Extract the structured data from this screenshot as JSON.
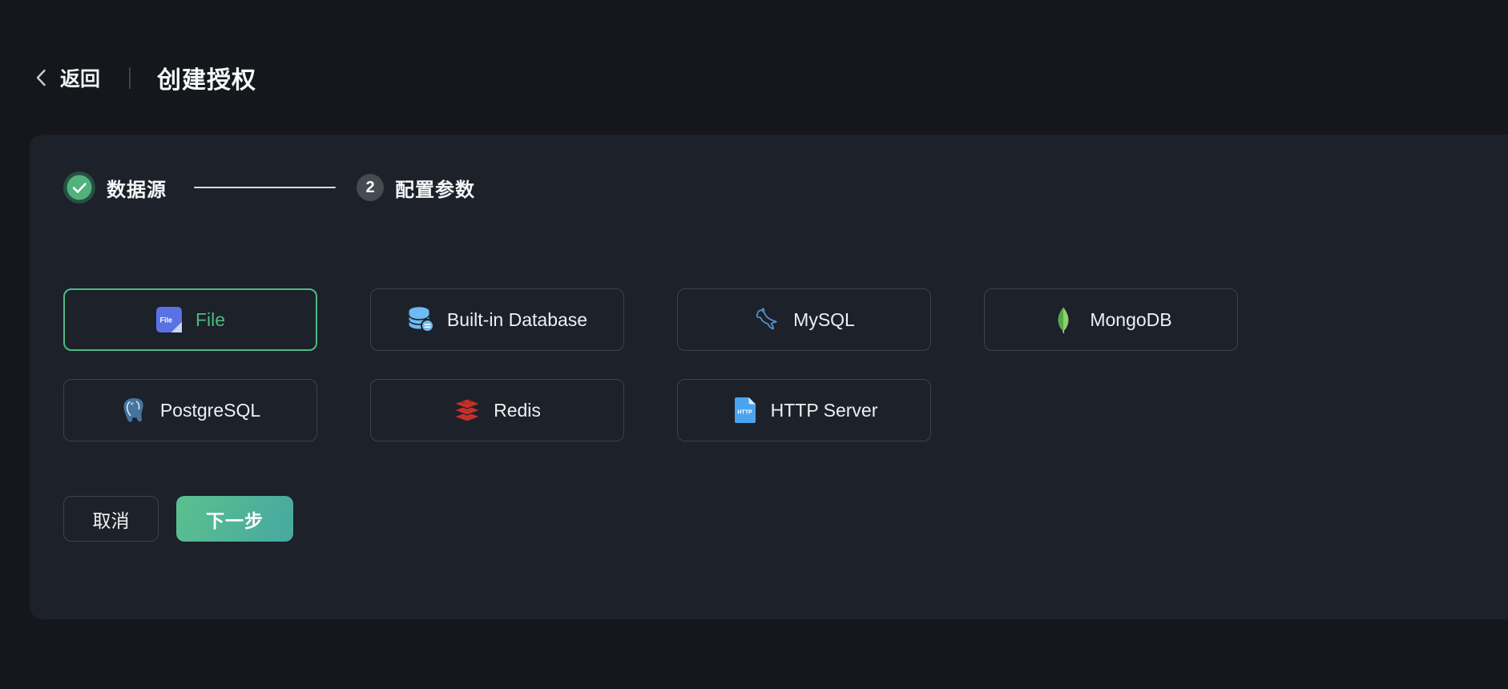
{
  "header": {
    "back_label": "返回",
    "title": "创建授权"
  },
  "stepper": {
    "steps": [
      {
        "label": "数据源",
        "status": "completed"
      },
      {
        "label": "配置参数",
        "number": "2",
        "status": "pending"
      }
    ]
  },
  "datasources": {
    "items": [
      {
        "label": "File",
        "icon": "file-icon",
        "selected": true
      },
      {
        "label": "Built-in Database",
        "icon": "database-icon",
        "selected": false
      },
      {
        "label": "MySQL",
        "icon": "mysql-icon",
        "selected": false
      },
      {
        "label": "MongoDB",
        "icon": "mongodb-icon",
        "selected": false
      },
      {
        "label": "PostgreSQL",
        "icon": "postgresql-icon",
        "selected": false
      },
      {
        "label": "Redis",
        "icon": "redis-icon",
        "selected": false
      },
      {
        "label": "HTTP Server",
        "icon": "http-server-icon",
        "selected": false
      }
    ]
  },
  "footer": {
    "cancel_label": "取消",
    "next_label": "下一步"
  },
  "colors": {
    "page_bg": "#15171c",
    "panel_bg": "#1c212a",
    "card_border": "#3e434b",
    "accent_green": "#4dba82",
    "next_gradient_start": "#5bc08e",
    "next_gradient_end": "#46a8a0",
    "step_done_fill": "#52b17e",
    "step_pending_bg": "#464b52",
    "step_line": "#d9dadc"
  }
}
